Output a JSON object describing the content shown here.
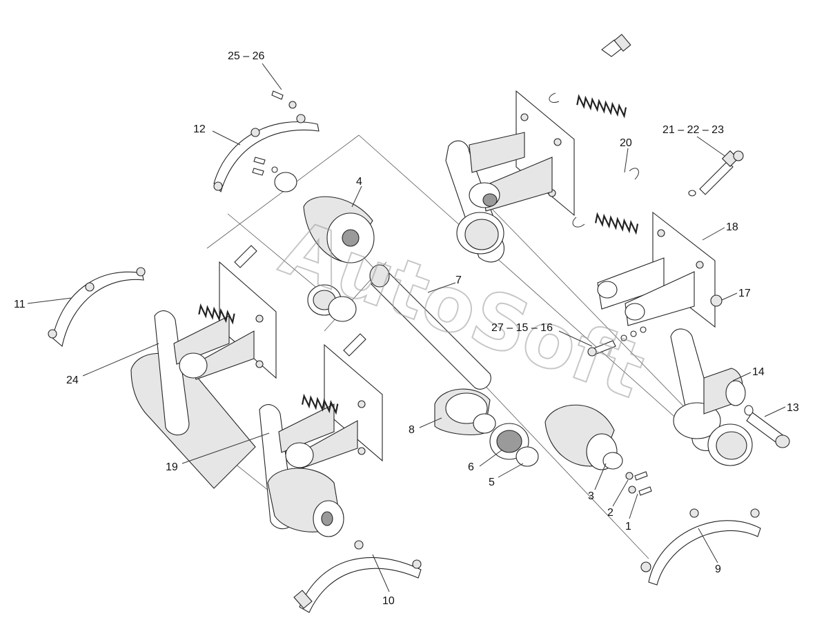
{
  "watermark": "AutoSoft",
  "labels": {
    "l1": "1",
    "l2": "2",
    "l3": "3",
    "l4": "4",
    "l5": "5",
    "l6": "6",
    "l7": "7",
    "l8": "8",
    "l9": "9",
    "l10": "10",
    "l11": "11",
    "l12": "12",
    "l13": "13",
    "l14": "14",
    "l17": "17",
    "l18": "18",
    "l19": "19",
    "l20": "20",
    "l24": "24",
    "l25_26": "25 – 26",
    "l21_22_23": "21 – 22 – 23",
    "l27_15_16": "27 – 15 – 16"
  }
}
